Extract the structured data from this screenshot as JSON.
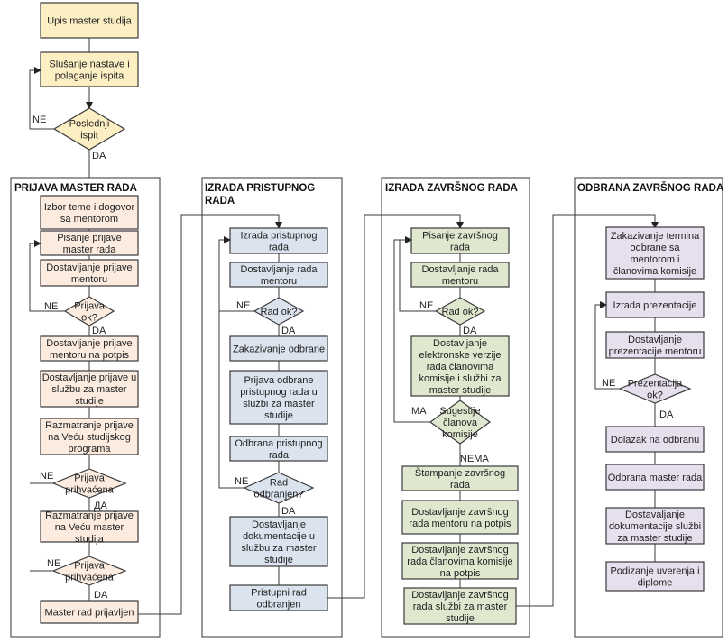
{
  "colors": {
    "start": "#fcefc4",
    "prijava": "#fcece0",
    "pristupni": "#dbe3ee",
    "zavrsni": "#dfe8cf",
    "odbrana": "#e6e0ee",
    "line": "#3a3a3a"
  },
  "top": {
    "nodes": [
      {
        "id": "upis",
        "type": "box",
        "lines": [
          "Upis master studija"
        ]
      },
      {
        "id": "slusanje",
        "type": "box",
        "lines": [
          "Slušanje nastave i",
          "polaganje ispita"
        ]
      },
      {
        "id": "poslednji",
        "type": "diamond",
        "lines": [
          "Poslednji",
          "ispit"
        ]
      }
    ],
    "labels": {
      "no": "NE",
      "yes": "DA"
    }
  },
  "lanes": [
    {
      "id": "prijava",
      "title": [
        "PRIJAVA MASTER RADA"
      ],
      "nodes": [
        {
          "id": "izbor",
          "type": "box",
          "lines": [
            "Izbor teme i dogovor",
            "sa mentorom"
          ]
        },
        {
          "id": "pisanje-prijave",
          "type": "box",
          "lines": [
            "Pisanje prijave",
            "master rada"
          ]
        },
        {
          "id": "dostavljanje-prijave-mentoru",
          "type": "box",
          "lines": [
            "Dostavljanje prijave",
            "mentoru"
          ]
        },
        {
          "id": "prijava-ok",
          "type": "diamond",
          "lines": [
            "Prijava",
            "ok?"
          ]
        },
        {
          "id": "dostavljanje-na-potpis",
          "type": "box",
          "lines": [
            "Dostavljanje prijave",
            "mentoru na potpis"
          ]
        },
        {
          "id": "dostavljanje-sluzbu",
          "type": "box",
          "lines": [
            "Dostavljanje prijave u",
            "službu za master",
            "studije"
          ]
        },
        {
          "id": "razmatranje-sp",
          "type": "box",
          "lines": [
            "Razmatranje prijave",
            "na Veću studijskog",
            "programa"
          ]
        },
        {
          "id": "prihvacena-1",
          "type": "diamond",
          "lines": [
            "Prijava",
            "prihvaćena"
          ]
        },
        {
          "id": "razmatranje-ms",
          "type": "box",
          "lines": [
            "Razmatranje prijave",
            "na Veću master",
            "studija"
          ]
        },
        {
          "id": "prihvacena-2",
          "type": "diamond",
          "lines": [
            "Prijava",
            "prihvaćena"
          ]
        },
        {
          "id": "prijavljen",
          "type": "box",
          "lines": [
            "Master rad prijavljen"
          ]
        }
      ],
      "labels": {
        "ne1": "NE",
        "da1": "DA",
        "ne2": "NE",
        "da2": "ДА",
        "ne3": "NE",
        "da3": "DA"
      }
    },
    {
      "id": "pristupni",
      "title": [
        "IZRADA PRISTUPNOG",
        "RADA"
      ],
      "nodes": [
        {
          "id": "izrada-pristupnog",
          "type": "box",
          "lines": [
            "Izrada pristupnog",
            "rada"
          ]
        },
        {
          "id": "dostavljanje-rada-mentoru",
          "type": "box",
          "lines": [
            "Dostavljanje rada",
            "mentoru"
          ]
        },
        {
          "id": "rad-ok",
          "type": "diamond",
          "lines": [
            "Rad ok?"
          ]
        },
        {
          "id": "zakazivanje-odbrane",
          "type": "box",
          "lines": [
            "Zakazivanje odbrane"
          ]
        },
        {
          "id": "prijava-odbrane",
          "type": "box",
          "lines": [
            "Prijava odbrane",
            "pristupnog rada u",
            "službi za master",
            "studije"
          ]
        },
        {
          "id": "odbrana-pristupnog",
          "type": "box",
          "lines": [
            "Odbrana pristupnog",
            "rada"
          ]
        },
        {
          "id": "rad-odbranjen",
          "type": "diamond",
          "lines": [
            "Rad",
            "odbranjen?"
          ]
        },
        {
          "id": "dostavljanje-dokumentacije",
          "type": "box",
          "lines": [
            "Dostavljanje",
            "dokumentacije u",
            "službu za master",
            "studije"
          ]
        },
        {
          "id": "pristupni-odbranjen",
          "type": "box",
          "lines": [
            "Pristupni rad",
            "odbranjen"
          ]
        }
      ],
      "labels": {
        "ne1": "NE",
        "da1": "DA",
        "ne2": "NE",
        "da2": "DA"
      }
    },
    {
      "id": "zavrsni",
      "title": [
        "IZRADA ZAVRŠNOG RADA"
      ],
      "nodes": [
        {
          "id": "pisanje-zavrsnog",
          "type": "box",
          "lines": [
            "Pisanje završnog",
            "rada"
          ]
        },
        {
          "id": "dostavljanje-rada-mentoru-2",
          "type": "box",
          "lines": [
            "Dostavljanje rada",
            "mentoru"
          ]
        },
        {
          "id": "rad-ok-2",
          "type": "diamond",
          "lines": [
            "Rad ok?"
          ]
        },
        {
          "id": "elektronska-verzija",
          "type": "box",
          "lines": [
            "Dostavljanje",
            "elektronske verzije",
            "rada članovima",
            "komisije i službi za",
            "master studije"
          ]
        },
        {
          "id": "sugestije",
          "type": "diamond",
          "lines": [
            "Sugestije",
            "članova",
            "komisije"
          ]
        },
        {
          "id": "stampanje",
          "type": "box",
          "lines": [
            "Štampanje završnog",
            "rada"
          ]
        },
        {
          "id": "potpis-mentor",
          "type": "box",
          "lines": [
            "Dostavljanje završnog",
            "rada mentoru na potpis"
          ]
        },
        {
          "id": "potpis-komisija",
          "type": "box",
          "lines": [
            "Dostavljanje završnog",
            "rada članovima komisije",
            "na potpis"
          ]
        },
        {
          "id": "sluzbi",
          "type": "box",
          "lines": [
            "Dostavljanje završnog",
            "rada službi za master",
            "studije"
          ]
        }
      ],
      "labels": {
        "ne1": "NE",
        "da1": "DA",
        "ima": "IMA",
        "nema": "NEMA"
      }
    },
    {
      "id": "odbrana",
      "title": [
        "ODBRANA ZAVRŠNOG RADA"
      ],
      "nodes": [
        {
          "id": "zakazivanje-termina",
          "type": "box",
          "lines": [
            "Zakazivanje termina",
            "odbrane sa",
            "mentorom i",
            "članovima komisije"
          ]
        },
        {
          "id": "izrada-prezentacije",
          "type": "box",
          "lines": [
            "Izrada prezentacije"
          ]
        },
        {
          "id": "dostavljanje-prezentacije",
          "type": "box",
          "lines": [
            "Dostavljanje",
            "prezentacije mentoru"
          ]
        },
        {
          "id": "prezentacija-ok",
          "type": "diamond",
          "lines": [
            "Prezentacija",
            "ok?"
          ]
        },
        {
          "id": "dolazak",
          "type": "box",
          "lines": [
            "Dolazak na odbranu"
          ]
        },
        {
          "id": "odbrana-master",
          "type": "box",
          "lines": [
            "Odbrana master rada"
          ]
        },
        {
          "id": "dostavljanje-dok-sluzbi",
          "type": "box",
          "lines": [
            "Dostavaljanje",
            "dokumentacije službi",
            "za master studije"
          ]
        },
        {
          "id": "podizanje",
          "type": "box",
          "lines": [
            "Podizanje uverenja i",
            "diplome"
          ]
        }
      ],
      "labels": {
        "ne1": "NE",
        "da1": "DA"
      }
    }
  ]
}
